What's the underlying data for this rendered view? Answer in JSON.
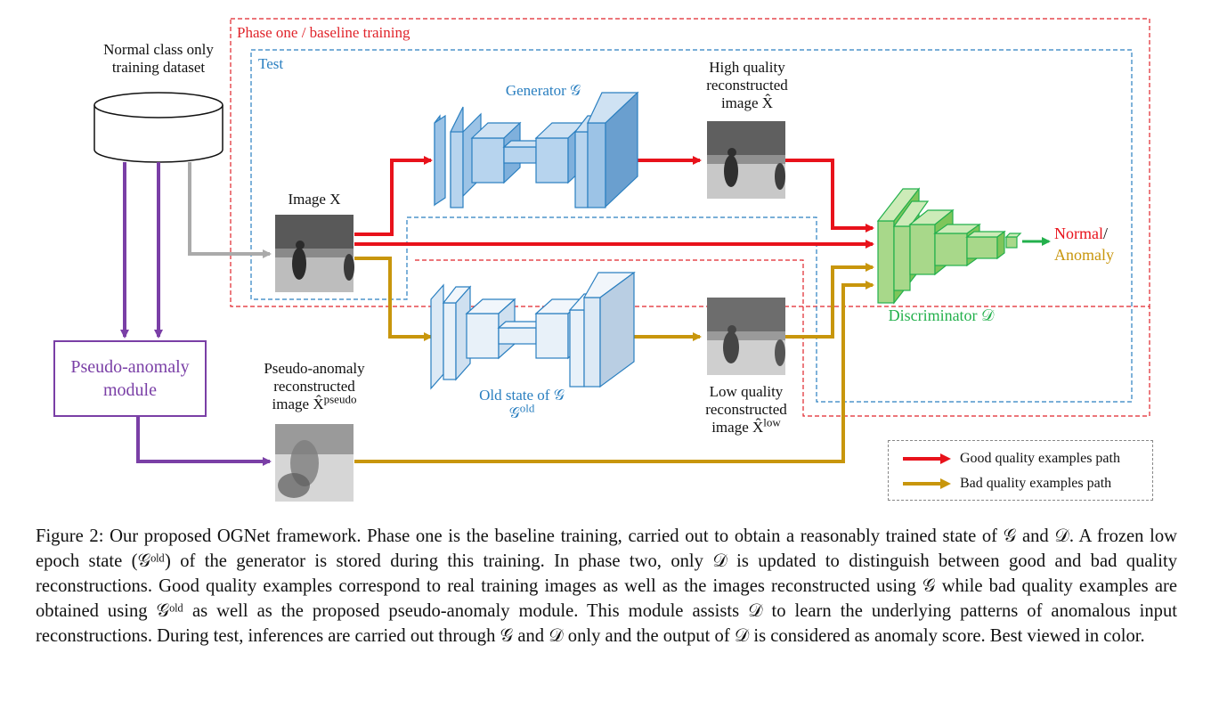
{
  "labels": {
    "phase_one": "Phase one / baseline training",
    "test": "Test",
    "dataset_line1": "Normal class only",
    "dataset_line2": "training dataset",
    "generator": "Generator 𝒢",
    "high_quality_line1": "High quality",
    "high_quality_line2": "reconstructed",
    "high_quality_line3": "image X̂",
    "image_x": "Image X",
    "old_state_line1": "Old state of 𝒢",
    "old_state_line2": "𝒢",
    "old_state_sup": "old",
    "low_quality_line1": "Low quality",
    "low_quality_line2": "reconstructed",
    "low_quality_line3": "image X̂",
    "low_quality_sup": "low",
    "pseudo_line1": "Pseudo-anomaly",
    "pseudo_line2": "reconstructed",
    "pseudo_line3": "image X̂",
    "pseudo_sup": "pseudo",
    "pseudo_module_line1": "Pseudo-anomaly",
    "pseudo_module_line2": "module",
    "discriminator": "Discriminator 𝒟",
    "output_normal": "Normal",
    "output_slash": "/",
    "output_anomaly": "Anomaly"
  },
  "legend": {
    "good": "Good quality examples path",
    "bad": "Bad quality examples path"
  },
  "colors": {
    "good_path": "#e8121b",
    "bad_path": "#c8960c",
    "pseudo_path": "#7a3fa6",
    "test_path": "#aaaaaa",
    "generator": "#9cc3e6",
    "old_generator": "#dce9f5",
    "discriminator": "#a8d88a",
    "phase_box": "#e0242b",
    "test_box": "#2a7fc0"
  },
  "caption": {
    "text": "Figure 2: Our proposed OGNet framework. Phase one is the baseline training, carried out to obtain a reasonably trained state of 𝒢 and 𝒟. A frozen low epoch state (𝒢ᵒˡᵈ) of the generator is stored during this training. In phase two, only 𝒟 is updated to distinguish between good and bad quality reconstructions. Good quality examples correspond to real training images as well as the images reconstructed using 𝒢 while bad quality examples are obtained using 𝒢ᵒˡᵈ as well as the proposed pseudo-anomaly module. This module assists 𝒟 to learn the underlying patterns of anomalous input reconstructions. During test, inferences are carried out through 𝒢 and 𝒟 only and the output of 𝒟 is considered as anomaly score. Best viewed in color."
  }
}
